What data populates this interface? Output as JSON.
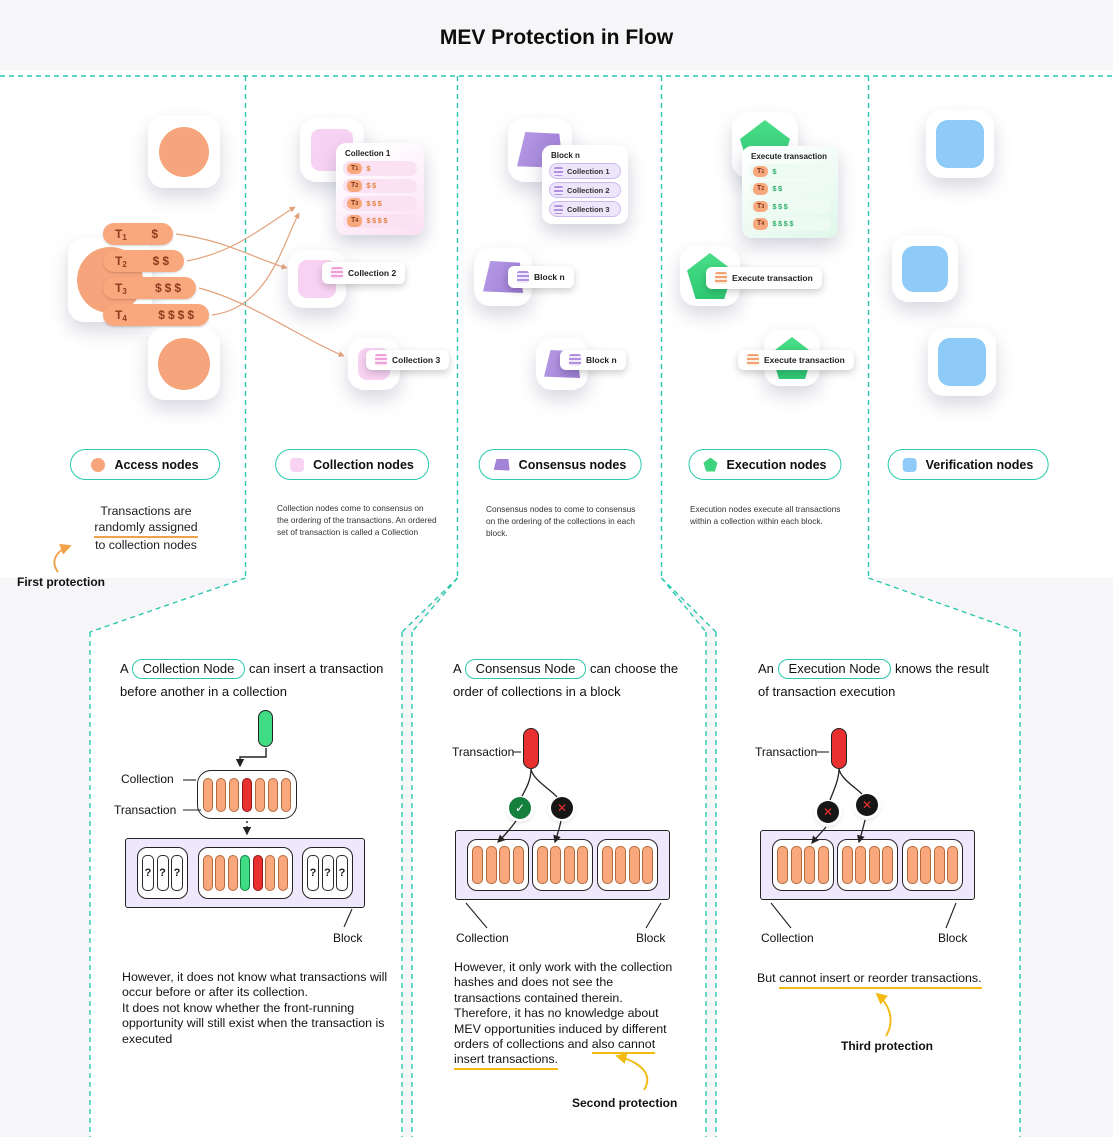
{
  "title": "MEV Protection in Flow",
  "colors": {
    "teal_dashed": "#2BC8AE",
    "access_orange": "#F6A47B",
    "collection_pink": "#F8D2F2",
    "consensus_purple": "#A283D8",
    "execution_green": "#3ED47E",
    "verification_blue": "#8FCBF8",
    "transaction_red": "#E93030",
    "inserted_green": "#3FDC84",
    "block_lavender": "#EFE7FC",
    "highlight_yellow": "#F2BA12",
    "highlight_orange": "#F0A24B"
  },
  "transactions": [
    {
      "name": "T",
      "sub": "1",
      "amount": "$"
    },
    {
      "name": "T",
      "sub": "2",
      "amount": "$$"
    },
    {
      "name": "T",
      "sub": "3",
      "amount": "$$$"
    },
    {
      "name": "T",
      "sub": "4",
      "amount": "$$$$"
    }
  ],
  "access": {
    "legend": "Access nodes",
    "desc_line1": "Transactions are",
    "desc_line2": "randomly assigned",
    "desc_line3": "to collection nodes",
    "protection": "First protection"
  },
  "collection": {
    "legend": "Collection nodes",
    "card_title": "Collection 1",
    "node2_label": "Collection 2",
    "node3_label": "Collection 3",
    "desc": "Collection nodes come to consensus on the ordering of the transactions. An ordered set of transaction is called a Collection"
  },
  "consensus": {
    "legend": "Consensus nodes",
    "card_title": "Block n",
    "card_rows": [
      "Collection 1",
      "Collection 2",
      "Collection 3"
    ],
    "node2_label": "Block n",
    "node3_label": "Block n",
    "desc": "Consensus nodes to come to consensus on the ordering of the collections in each block."
  },
  "execution": {
    "legend": "Execution nodes",
    "card_title": "Execute transaction",
    "node2_label": "Execute transaction",
    "node3_label": "Execute transaction",
    "desc": "Execution nodes execute all transactions within a collection within each block."
  },
  "verification": {
    "legend": "Verification nodes"
  },
  "panel1": {
    "heading_prefix": "A",
    "heading_badge": "Collection Node",
    "heading_suffix": "can insert a transaction before another in a collection",
    "collection_label": "Collection",
    "transaction_label": "Transaction",
    "block_label": "Block",
    "question_mark": "?",
    "body": "However, it does not know what transactions will occur before or after its collection.\nIt does not know whether the front-running opportunity will still exist when the transaction is executed"
  },
  "panel2": {
    "heading_prefix": "A",
    "heading_badge": "Consensus Node",
    "heading_suffix": "can choose the order of collections in a block",
    "transaction_label": "Transaction",
    "collection_label": "Collection",
    "block_label": "Block",
    "body": "However, it only work with the collection hashes and does not see the transactions contained therein. Therefore, it has no knowledge about MEV opportunities induced by different orders of collections and",
    "body_underlined": "also cannot insert transactions.",
    "protection": "Second protection"
  },
  "panel3": {
    "heading_prefix": "An",
    "heading_badge": "Execution Node",
    "heading_suffix": "knows the result of transaction execution",
    "transaction_label": "Transaction",
    "collection_label": "Collection",
    "block_label": "Block",
    "body_prefix": "But",
    "body_underlined": "cannot insert or reorder transactions.",
    "protection": "Third protection"
  }
}
